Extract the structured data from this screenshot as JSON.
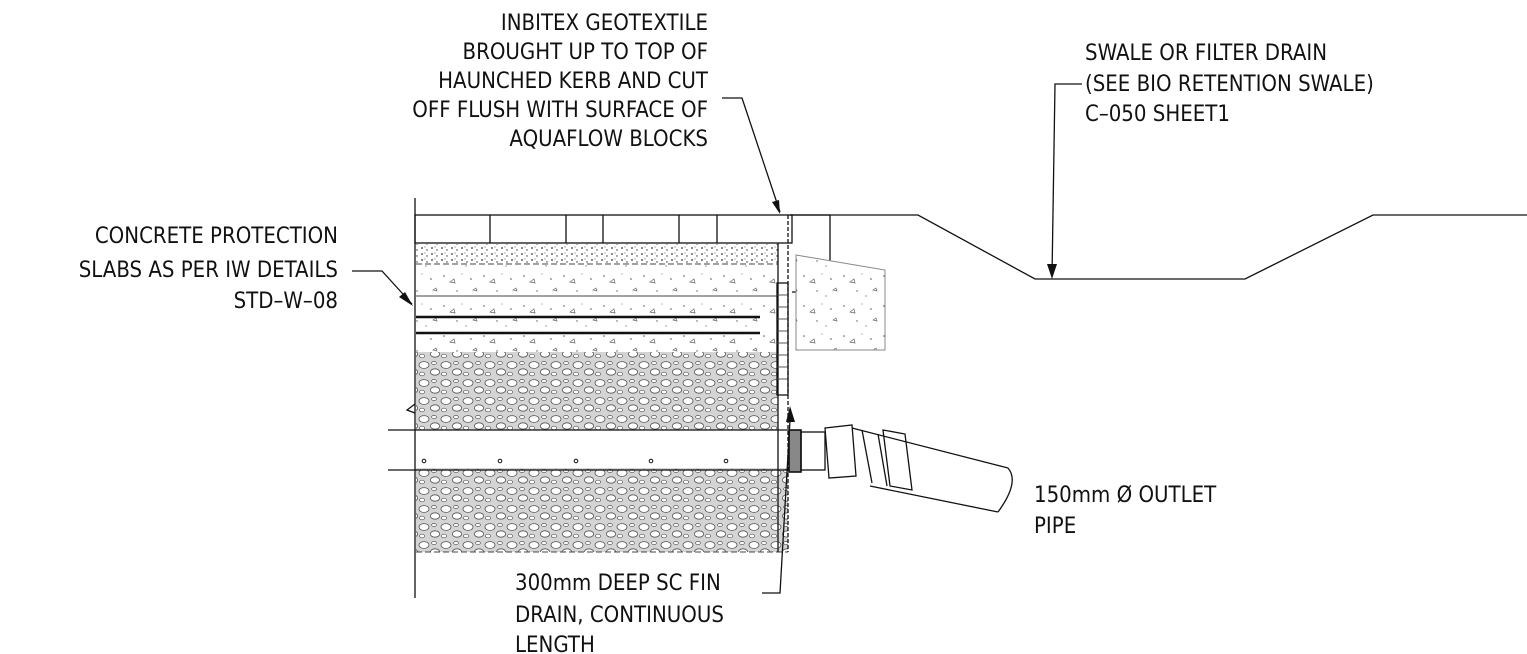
{
  "labels": {
    "geotextile": [
      "INBITEX GEOTEXTILE",
      "BROUGHT UP TO TOP OF",
      "HAUNCHED KERB AND CUT",
      "OFF FLUSH WITH SURFACE OF",
      "AQUAFLOW BLOCKS"
    ],
    "swale": [
      "SWALE OR FILTER DRAIN",
      "(SEE BIO RETENTION SWALE)",
      "C–050 SHEET1"
    ],
    "concrete": [
      "CONCRETE PROTECTION",
      "SLABS AS PER IW DETAILS",
      "STD–W–08"
    ],
    "outlet": [
      "150mm Ø OUTLET",
      "PIPE"
    ],
    "fin_drain": [
      "300mm DEEP SC FIN",
      "DRAIN, CONTINUOUS",
      "LENGTH"
    ]
  },
  "colors": {
    "line": "#111111",
    "fill": "#ffffff",
    "aggregate": "#d9d9d9"
  }
}
